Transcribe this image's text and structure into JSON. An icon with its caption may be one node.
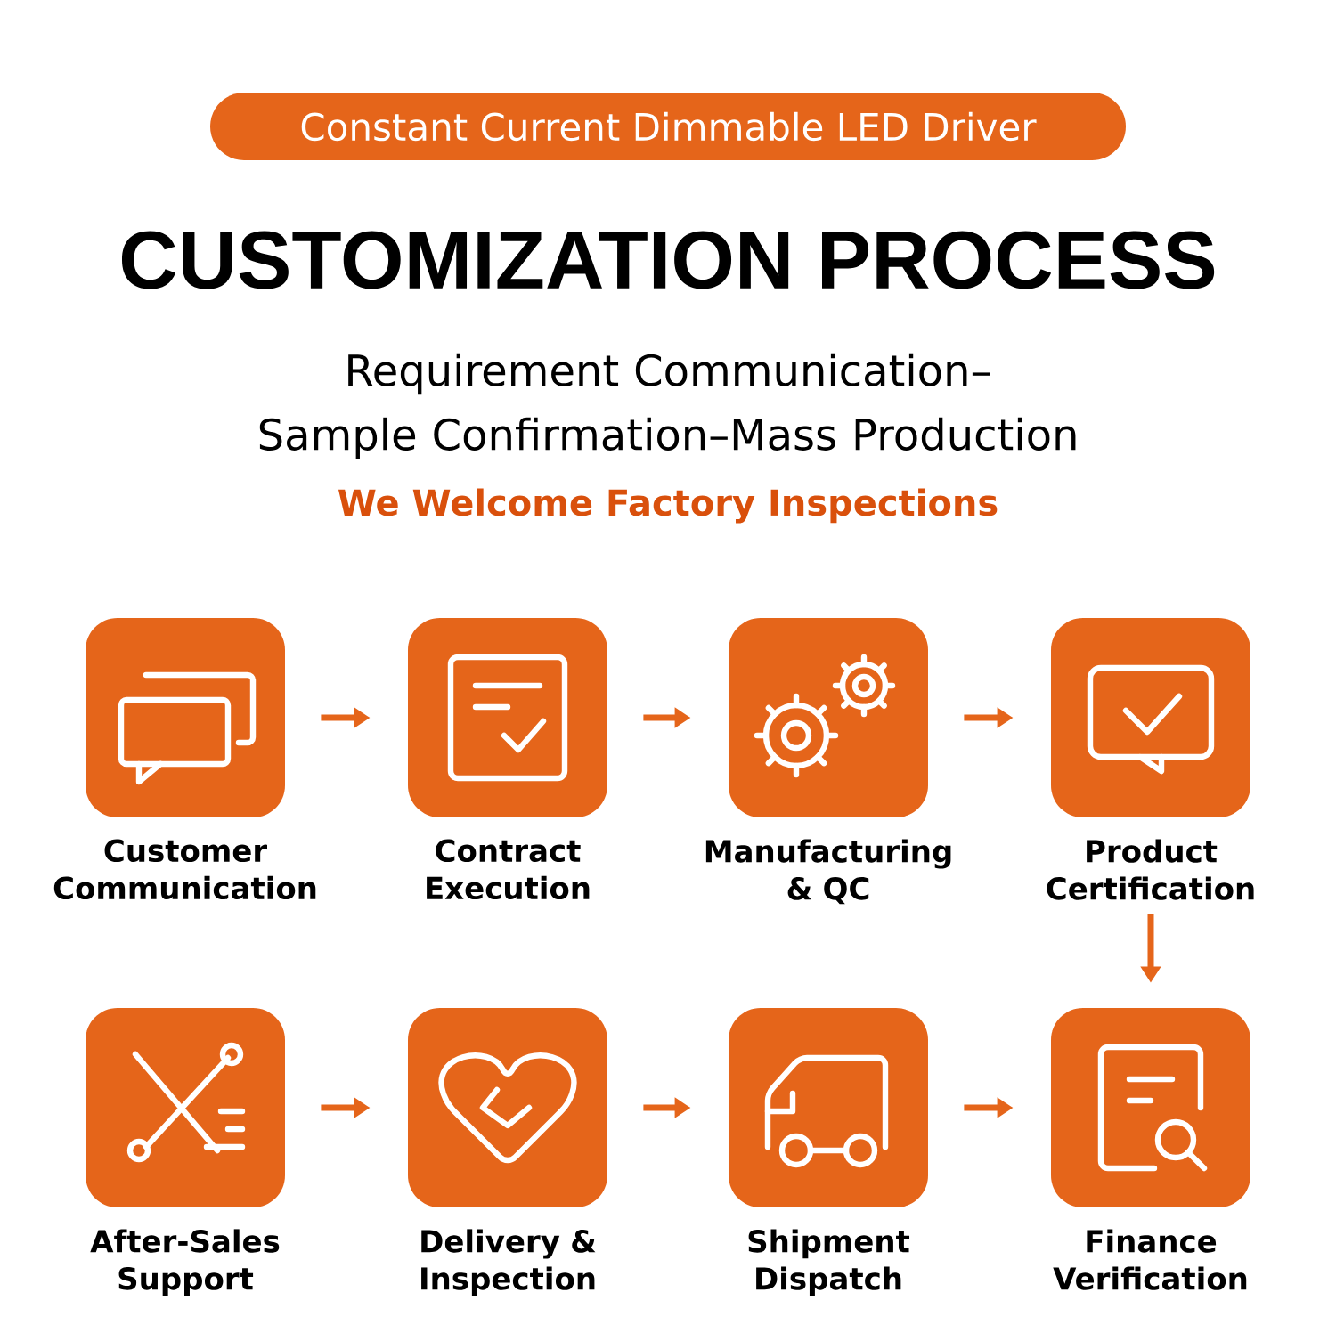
{
  "diagram": {
    "title": "CUSTOMIZATION PROCESS",
    "nodes": [
      {
        "text": [
          "Customer Communication"
        ]
      },
      {
        "text": [
          "Contract Execution"
        ]
      },
      {
        "text": [
          "Manufacturing & QC"
        ]
      },
      {
        "text": [
          "Product Certification"
        ]
      },
      {
        "text": [
          "After-Sales Support"
        ]
      },
      {
        "text": [
          "Delivery & Inspection"
        ]
      },
      {
        "text": [
          "Shipment Dispatch"
        ]
      },
      {
        "text": [
          "Finance Verification"
        ]
      }
    ],
    "edges": [
      {
        "from": 0,
        "to": 1,
        "arrow": "to"
      },
      {
        "from": 1,
        "to": 2,
        "arrow": "to"
      },
      {
        "from": 2,
        "to": 3,
        "arrow": "to"
      },
      {
        "from": 3,
        "to": 7,
        "arrow": "to"
      },
      {
        "from": 4,
        "to": 5,
        "arrow": "to"
      },
      {
        "from": 5,
        "to": 6,
        "arrow": "to"
      },
      {
        "from": 6,
        "to": 7,
        "arrow": "to"
      }
    ],
    "labels": [
      "Constant Current  Dimmable LED Driver",
      "Requirement Communication– Sample Confirmation–Mass Production",
      "We Welcome Factory Inspections"
    ]
  }
}
